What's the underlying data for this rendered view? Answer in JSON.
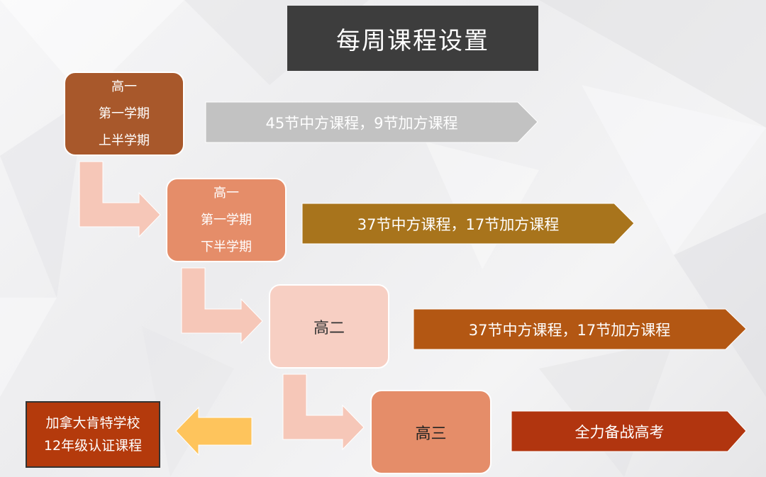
{
  "title": "每周课程设置",
  "stages": [
    {
      "lines": [
        "高一",
        "第一学期",
        "上半学期"
      ],
      "color": "#a8582b"
    },
    {
      "lines": [
        "高一",
        "第一学期",
        "下半学期"
      ],
      "color": "#e58d69"
    },
    {
      "lines": [
        "高二"
      ],
      "color": "#f7cfc3"
    },
    {
      "lines": [
        "高三"
      ],
      "color": "#e58d69"
    }
  ],
  "arrows": [
    {
      "text": "45节中方课程，9节加方课程",
      "color": "#c2c2c2"
    },
    {
      "text": "37节中方课程，17节加方课程",
      "color": "#a8741c"
    },
    {
      "text": "37节中方课程，17节加方课程",
      "color": "#b35713"
    },
    {
      "text": "全力备战高考",
      "color": "#b1350f"
    }
  ],
  "certificate": {
    "lines": [
      "加拿大肯特学校",
      "12年级认证课程"
    ],
    "color": "#b43a0c"
  },
  "connector_color": "#f6c7b8",
  "back_arrow_color": "#fec45c"
}
